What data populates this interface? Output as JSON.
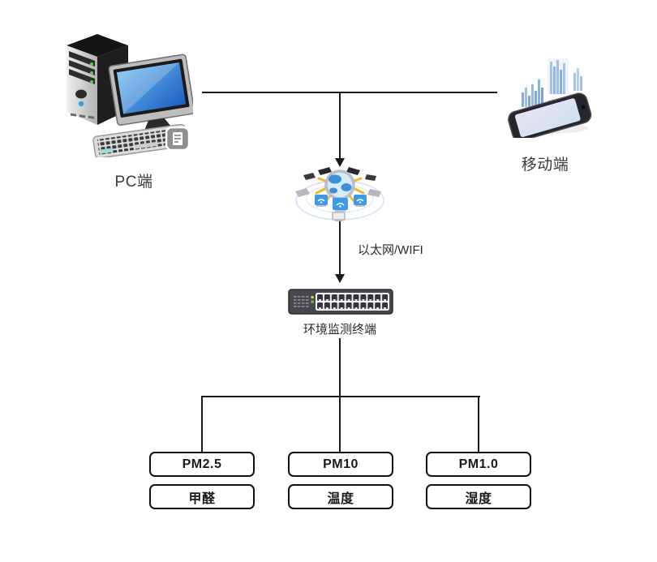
{
  "nodes": {
    "pc_label": "PC端",
    "mobile_label": "移动端",
    "network_label": "以太网/WIFI",
    "terminal_label": "环境监测终端"
  },
  "sensors": {
    "row1": [
      "PM2.5",
      "PM10",
      "PM1.0"
    ],
    "row2": [
      "甲醛",
      "温度",
      "湿度"
    ]
  },
  "icons": {
    "pc": "desktop-computer-icon",
    "mobile": "smartphone-analytics-icon",
    "internet": "internet-globe-network-icon",
    "terminal": "network-switch-icon"
  },
  "colors": {
    "connector_line": "#1a1a1a",
    "label_text": "#3a3a3a",
    "box_border": "#111111",
    "screen_blue": "#2e86d9",
    "switch_body": "#47474e",
    "led_yellow": "#e8c84a",
    "led_green": "#79c24a",
    "ray_yellow": "#f2b921",
    "orbit_blue": "#cfe2f4"
  }
}
